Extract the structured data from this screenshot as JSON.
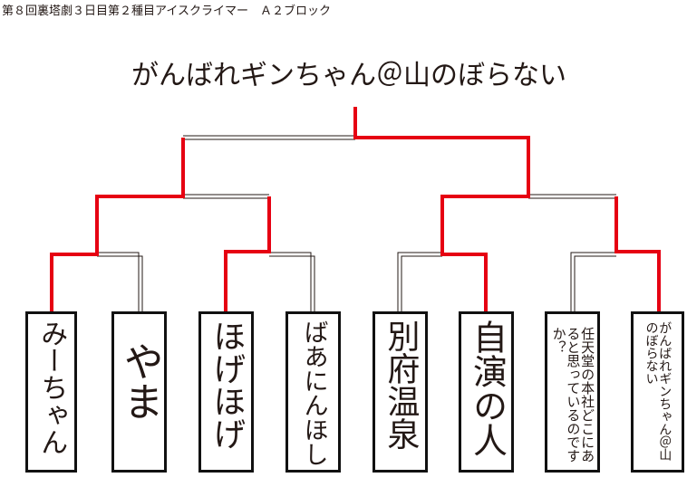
{
  "caption": "第８回裏塔劇３日目第２種目アイスクライマー　Ａ２ブロック",
  "champion": "がんばれギンちゃん＠山のぼらない",
  "colors": {
    "winner_line": "#e60012",
    "line": "#231815"
  },
  "entrants": [
    {
      "name": "みーちゃん"
    },
    {
      "name": "やま"
    },
    {
      "name": "ほげほげ"
    },
    {
      "name": "ばあにんほし"
    },
    {
      "name": "別府温泉"
    },
    {
      "name": "自演の人"
    },
    {
      "name": "任天堂の本社どこにあると思っているのですか？"
    },
    {
      "name": "がんばれギンちゃん＠山のぼらない"
    }
  ]
}
